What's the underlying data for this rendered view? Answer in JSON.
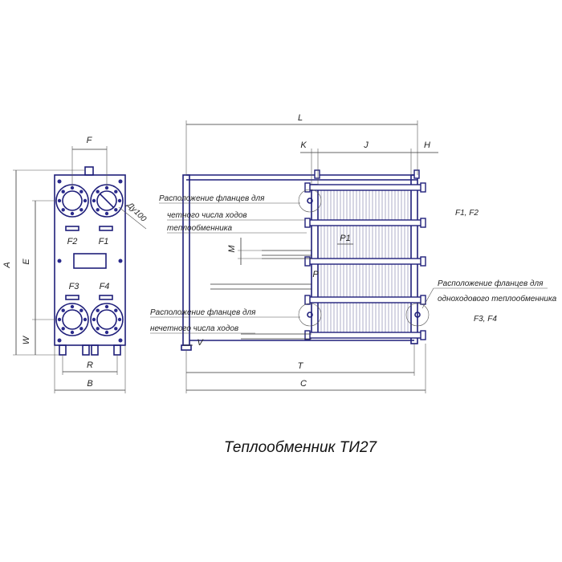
{
  "caption": "Теплообменник ТИ27",
  "front_view": {
    "labels": {
      "F": "F",
      "A": "A",
      "E": "E",
      "W": "W",
      "R": "R",
      "B": "B",
      "du": "Ду100"
    },
    "ports": {
      "F1": "F1",
      "F2": "F2",
      "F3": "F3",
      "F4": "F4"
    }
  },
  "side_view": {
    "labels": {
      "L": "L",
      "K": "K",
      "J": "J",
      "H": "H",
      "M": "M",
      "P1": "P1",
      "P": "P",
      "V": "V",
      "T": "T",
      "C": "C"
    },
    "notes": {
      "even_line1": "Расположение фланцев для",
      "even_line2": "четного числа ходов",
      "even_line3": "теплообменника",
      "odd_line1": "Расположение фланцев для",
      "odd_line2": "нечетного числа ходов",
      "single_line1": "Расположение фланцев для",
      "single_line2": "одноходового теплообменника",
      "ports_top": "F1, F2",
      "ports_bottom": "F3, F4"
    }
  }
}
